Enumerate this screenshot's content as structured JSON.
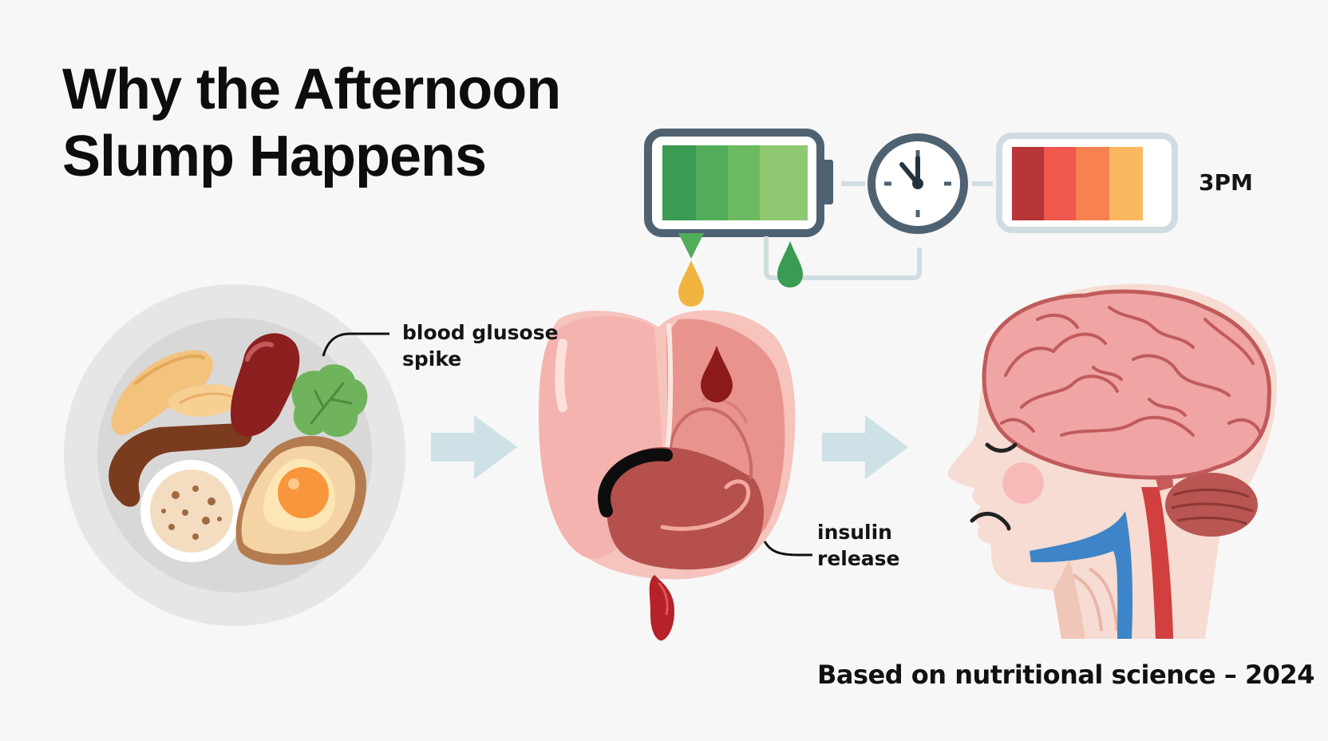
{
  "title": {
    "line1": "Why the Afternoon",
    "line2": "Slump Happens"
  },
  "labels": {
    "glucose_line1": "blood glusose",
    "glucose_line2": "spike",
    "insulin_line1": "insulin",
    "insulin_line2": "release",
    "time": "3PM"
  },
  "footer": "Based on nutritional science – 2024",
  "icons": [
    "food-plate-icon",
    "arrow-right-icon",
    "digestive-organ-icon",
    "brain-head-icon",
    "full-battery-icon",
    "clock-icon",
    "low-battery-icon",
    "glucose-drop-icon",
    "energy-drop-icon",
    "blood-drop-icon"
  ],
  "colors": {
    "battery_full": [
      "#3a9b52",
      "#52ad5b",
      "#6cbb63",
      "#8ec870"
    ],
    "battery_low": [
      "#b83538",
      "#f0574d",
      "#f7814f",
      "#fbb860"
    ],
    "arrow": "#cde1e6",
    "outline": "#4f6272",
    "organ": "#f4b3ae",
    "brain": "#f0a4a4"
  }
}
